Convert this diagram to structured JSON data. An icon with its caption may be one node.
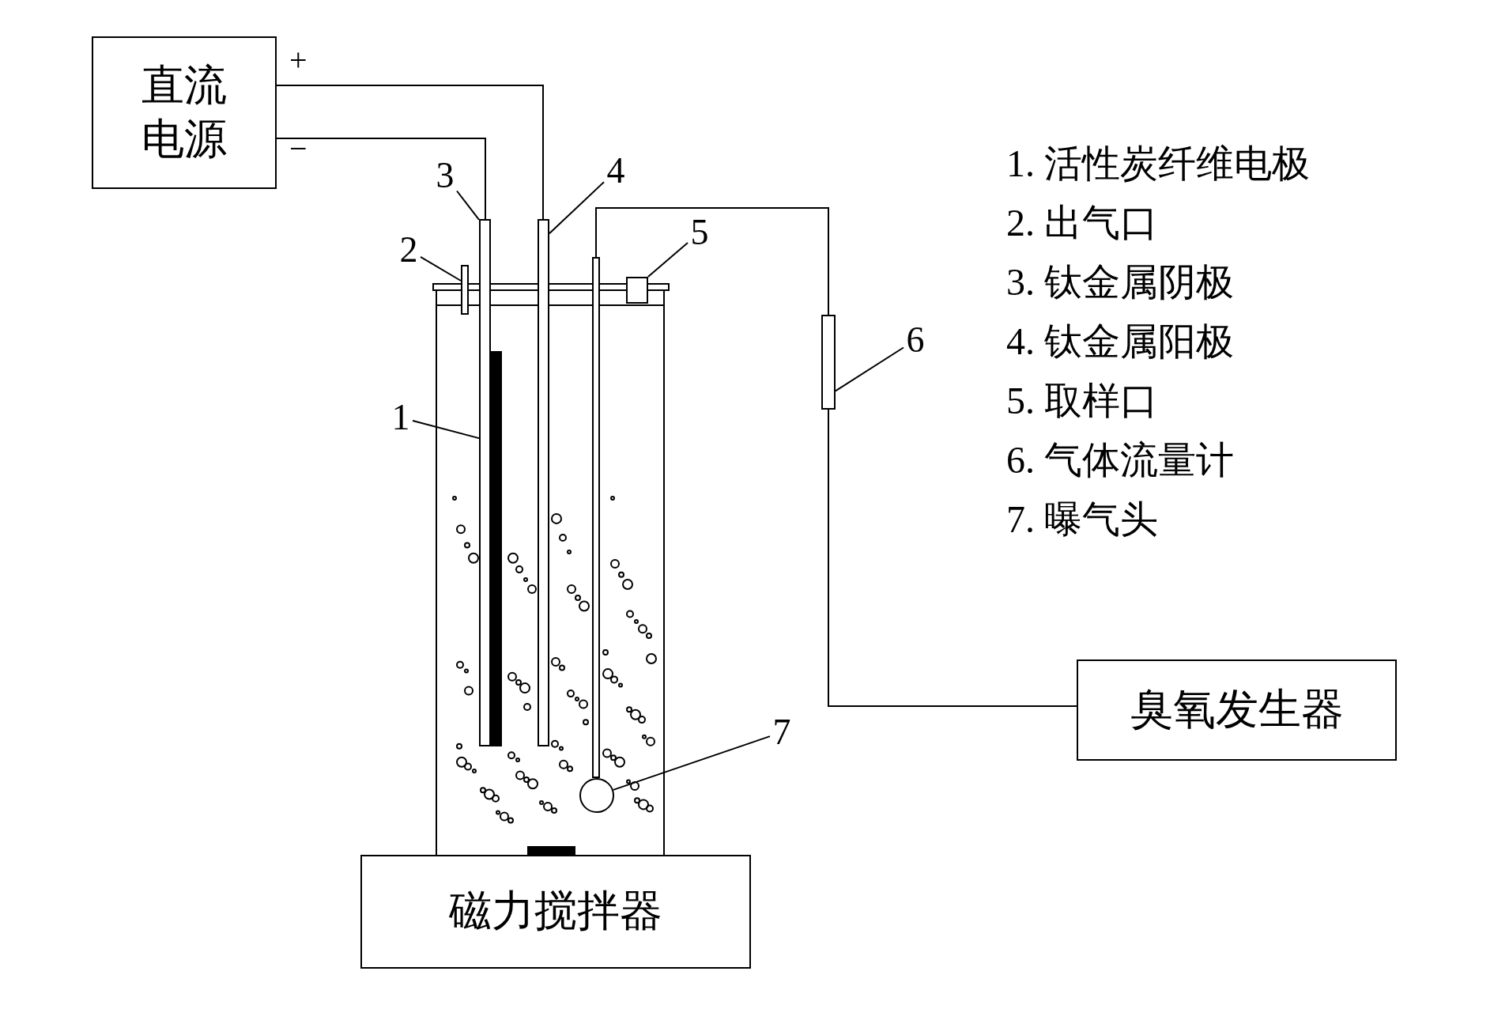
{
  "diagram": {
    "nodes": [
      {
        "text": [
          "直流电源"
        ]
      },
      {
        "text": [
          "3"
        ]
      },
      {
        "text": [
          "4"
        ]
      },
      {
        "text": [
          "2"
        ]
      },
      {
        "text": [
          "5"
        ]
      },
      {
        "text": [
          "1"
        ]
      },
      {
        "text": [
          "6"
        ]
      },
      {
        "text": [
          "7"
        ]
      },
      {
        "text": [],
        "shape": "bar"
      },
      {
        "text": [],
        "shape": "bar"
      },
      {
        "text": [],
        "shape": "bar"
      },
      {
        "text": [],
        "shape": "box"
      },
      {
        "text": [],
        "shape": "bar"
      },
      {
        "text": [],
        "shape": "bar"
      },
      {
        "text": [],
        "shape": "bar"
      },
      {
        "text": [],
        "shape": "circle"
      },
      {
        "text": [
          "臭氧发生器"
        ]
      },
      {
        "text": [
          "磁力搅拌器"
        ]
      }
    ],
    "edges": [
      {
        "from": 0,
        "to": 8,
        "arrow": "none"
      },
      {
        "from": 0,
        "to": 9,
        "arrow": "none"
      },
      {
        "from": 1,
        "to": 8,
        "arrow": "none"
      },
      {
        "from": 2,
        "to": 9,
        "arrow": "none"
      },
      {
        "from": 3,
        "to": 10,
        "arrow": "none"
      },
      {
        "from": 4,
        "to": 11,
        "arrow": "none"
      },
      {
        "from": 5,
        "to": 12,
        "arrow": "none"
      },
      {
        "from": 6,
        "to": 14,
        "arrow": "none"
      },
      {
        "from": 7,
        "to": 15,
        "arrow": "none"
      },
      {
        "from": 16,
        "to": 14,
        "arrow": "none"
      },
      {
        "from": 14,
        "to": 13,
        "arrow": "none"
      }
    ],
    "labels": [
      "+",
      "−",
      "1. 活性炭纤维电极",
      "2. 出气口",
      "3. 钛金属阴极",
      "4. 钛金属阳极",
      "5. 取样口",
      "6. 气体流量计",
      "7. 曝气头"
    ]
  }
}
